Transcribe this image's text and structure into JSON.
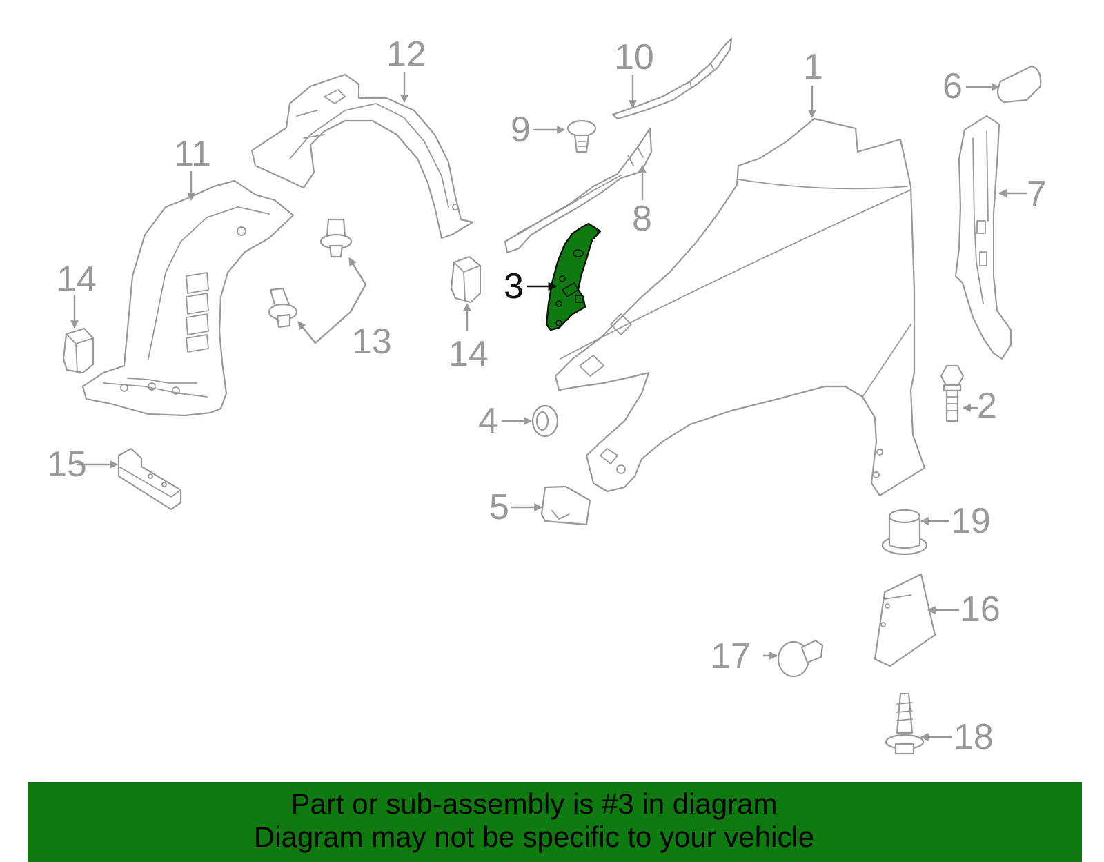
{
  "diagram": {
    "highlight_color": "#0f7a0f",
    "line_color": "#999999",
    "callouts": [
      {
        "id": "1",
        "label": "1"
      },
      {
        "id": "2",
        "label": "2"
      },
      {
        "id": "3",
        "label": "3",
        "highlighted": true
      },
      {
        "id": "4",
        "label": "4"
      },
      {
        "id": "5",
        "label": "5"
      },
      {
        "id": "6",
        "label": "6"
      },
      {
        "id": "7",
        "label": "7"
      },
      {
        "id": "8",
        "label": "8"
      },
      {
        "id": "9",
        "label": "9"
      },
      {
        "id": "10",
        "label": "10"
      },
      {
        "id": "11",
        "label": "11"
      },
      {
        "id": "12",
        "label": "12"
      },
      {
        "id": "13",
        "label": "13"
      },
      {
        "id": "14a",
        "label": "14"
      },
      {
        "id": "14b",
        "label": "14"
      },
      {
        "id": "15",
        "label": "15"
      },
      {
        "id": "16",
        "label": "16"
      },
      {
        "id": "17",
        "label": "17"
      },
      {
        "id": "18",
        "label": "18"
      },
      {
        "id": "19",
        "label": "19"
      }
    ]
  },
  "banner": {
    "line1": "Part or sub-assembly is #3 in diagram",
    "line2": "Diagram may not be specific to your vehicle",
    "background": "#0f7a0f"
  }
}
